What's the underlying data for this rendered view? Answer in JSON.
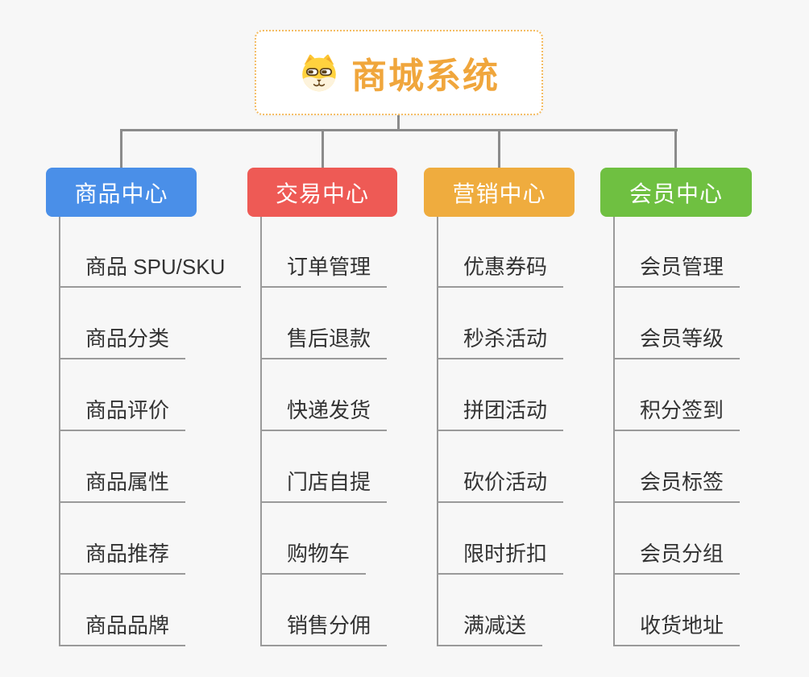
{
  "root": {
    "title": "商城系统",
    "icon": "dog-face-icon",
    "title_color": "#f0a63c",
    "border_color": "#f4bc63"
  },
  "connector_color": "#8b8b8b",
  "underline_color": "#9a9a9a",
  "background_color": "#f7f7f7",
  "branches": [
    {
      "label": "商品中心",
      "color": "#4a8fe8",
      "items": [
        "商品 SPU/SKU",
        "商品分类",
        "商品评价",
        "商品属性",
        "商品推荐",
        "商品品牌"
      ]
    },
    {
      "label": "交易中心",
      "color": "#ee5a55",
      "items": [
        "订单管理",
        "售后退款",
        "快递发货",
        "门店自提",
        "购物车",
        "销售分佣"
      ]
    },
    {
      "label": "营销中心",
      "color": "#efac3e",
      "items": [
        "优惠券码",
        "秒杀活动",
        "拼团活动",
        "砍价活动",
        "限时折扣",
        "满减送"
      ]
    },
    {
      "label": "会员中心",
      "color": "#6fc041",
      "items": [
        "会员管理",
        "会员等级",
        "积分签到",
        "会员标签",
        "会员分组",
        "收货地址"
      ]
    }
  ]
}
